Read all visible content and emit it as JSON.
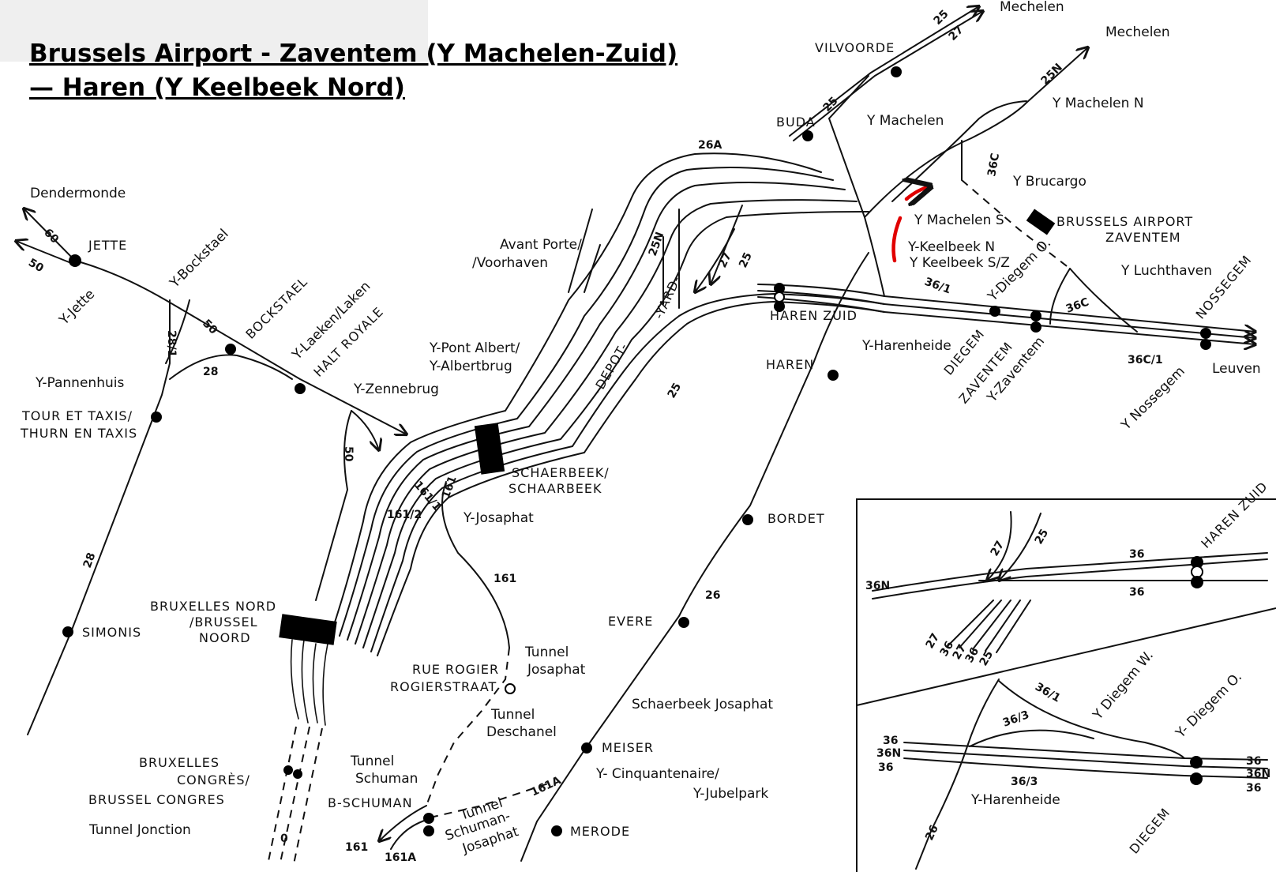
{
  "title": {
    "line1": "Brussels Airport - Zaventem (Y Machelen-Zuid)",
    "line2": "— Haren (Y Keelbeek Nord)"
  },
  "colors": {
    "highlight": "#e10000",
    "track": "#111111",
    "title_bg": "#efefef"
  },
  "places": {
    "mechelen_top": "Mechelen",
    "mechelen": "Mechelen",
    "vilvoorde": "VILVOORDE",
    "buda": "BUDA",
    "y_machelen": "Y Machelen",
    "y_machelen_n": "Y Machelen N",
    "y_brucargo": "Y Brucargo",
    "y_machelen_s": "Y Machelen S",
    "y_keelbeek_n": "Y-Keelbeek N",
    "y_keelbeek_sz": "Y Keelbeek S/Z",
    "brussels_airport": "BRUSSELS AIRPORT",
    "zaventem_airport": "ZAVENTEM",
    "y_luchthaven": "Y Luchthaven",
    "nossegem": "NOSSEGEM",
    "leuven": "Leuven",
    "y_nossegem": "Y Nossegem",
    "diegem": "DIEGEM",
    "y_diegem_o": "Y-Diegem O.",
    "zaventem": "ZAVENTEM",
    "y_zaventem": "Y-Zaventem",
    "y_harenheide": "Y-Harenheide",
    "haren_zuid": "HAREN ZUID",
    "haren": "HAREN",
    "avant_porte": "Avant Porte/",
    "voorhaven": "/Voorhaven",
    "yard": "-YARD-",
    "depot": "-DEPOT-",
    "dendermonde": "Dendermonde",
    "jette": "JETTE",
    "y_jette": "Y-Jette",
    "y_bockstael": "Y-Bockstael",
    "bockstael": "BOCKSTAEL",
    "y_laeken": "Y-Laeken/Laken",
    "halt_royale": "HALT ROYALE",
    "y_pannenhuis": "Y-Pannenhuis",
    "tour_taxis_1": "TOUR ET TAXIS/",
    "tour_taxis_2": "THURN EN TAXIS",
    "y_zennebrug": "Y-Zennebrug",
    "y_pont_albert_1": "Y-Pont Albert/",
    "y_pont_albert_2": "Y-Albertbrug",
    "schaerbeek_1": "SCHAERBEEK/",
    "schaerbeek_2": "SCHAARBEEK",
    "y_josaphat": "Y-Josaphat",
    "bordet": "BORDET",
    "evere": "EVERE",
    "bruxelles_nord_1": "BRUXELLES NORD",
    "bruxelles_nord_2": "/BRUSSEL",
    "bruxelles_nord_3": "NOORD",
    "simonis": "SIMONIS",
    "tunnel_josaphat_1": "Tunnel",
    "tunnel_josaphat_2": "Josaphat",
    "rue_rogier": "RUE ROGIER",
    "rogierstraat": "ROGIERSTRAAT",
    "tunnel_deschanel_1": "Tunnel",
    "tunnel_deschanel_2": "Deschanel",
    "schaerbeek_josaphat": "Schaerbeek Josaphat",
    "tunnel_schuman_1": "Tunnel",
    "tunnel_schuman_2": "Schuman",
    "meiser": "MEISER",
    "y_cinquantenaire_1": "Y- Cinquantenaire/",
    "y_cinquantenaire_2": "Y-Jubelpark",
    "b_schuman": "B-SCHUMAN",
    "tunnel_sj_1": "Tunnel",
    "tunnel_sj_2": "Schuman-",
    "tunnel_sj_3": "Josaphat",
    "merode": "MERODE",
    "bruxelles_congres_1": "BRUXELLES",
    "bruxelles_congres_2": "CONGRÈS/",
    "bruxelles_congres_3": "BRUSSEL CONGRES",
    "tunnel_jonction": "Tunnel Jonction"
  },
  "line_numbers": {
    "l25a": "25",
    "l27a": "27",
    "l25n_top": "25N",
    "l25_buda": "25",
    "l26a": "26A",
    "l36c_top": "36C",
    "l25n": "25N",
    "l27": "27",
    "l25": "25",
    "l36_1": "36/1",
    "l36c": "36C",
    "l36c_1": "36C/1",
    "l25_depot": "25",
    "l60": "60",
    "l50": "50",
    "l28_1": "28/1",
    "l50b": "50",
    "l28": "28",
    "l50c": "50",
    "l161_1": "161/1",
    "l161": "161",
    "l161_2": "161/2",
    "l161b": "161",
    "l26": "26",
    "l28_low": "28",
    "l161a": "161A",
    "l161_bottom": "161",
    "l161a_bottom": "161A",
    "l0": "0"
  },
  "inset_top": {
    "l27": "27",
    "l25": "25",
    "l36": "36",
    "l36b": "36",
    "l36n": "36N",
    "haren_zuid": "HAREN ZUID",
    "b27": "27",
    "b36": "36",
    "b27b": "27",
    "b36b": "36",
    "b25": "25"
  },
  "inset_bottom": {
    "l36_1": "36/1",
    "y_diegem_w": "Y Diegem W.",
    "y_diegem_o": "Y- Diegem O.",
    "l36_3": "36/3",
    "l36_3b": "36/3",
    "left_36a": "36",
    "left_36n": "36N",
    "left_36b": "36",
    "right_36a": "36",
    "right_36n": "36N",
    "right_36b": "36",
    "y_harenheide": "Y-Harenheide",
    "l26": "26",
    "diegem": "DIEGEM"
  }
}
